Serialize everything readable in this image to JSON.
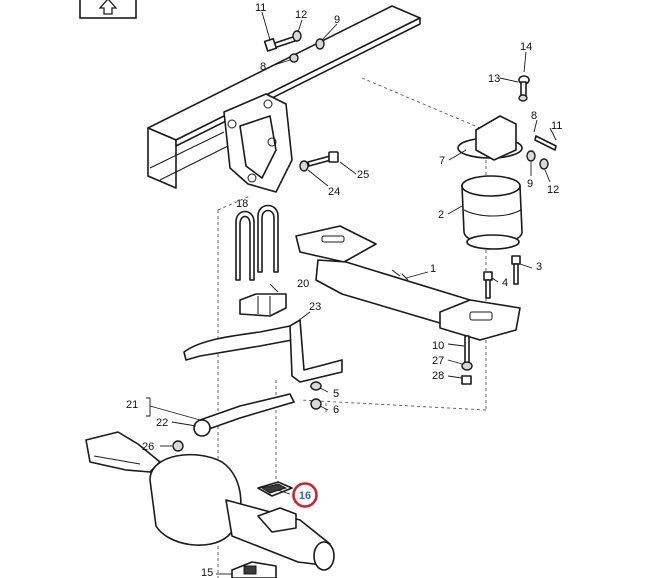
{
  "callouts": [
    {
      "id": "c11a",
      "text": "11"
    },
    {
      "id": "c12a",
      "text": "12"
    },
    {
      "id": "c9a",
      "text": "9"
    },
    {
      "id": "c8a",
      "text": "8"
    },
    {
      "id": "c14",
      "text": "14"
    },
    {
      "id": "c13",
      "text": "13"
    },
    {
      "id": "c8b",
      "text": "8"
    },
    {
      "id": "c11b",
      "text": "11"
    },
    {
      "id": "c7",
      "text": "7"
    },
    {
      "id": "c9b",
      "text": "9"
    },
    {
      "id": "c12b",
      "text": "12"
    },
    {
      "id": "c25",
      "text": "25"
    },
    {
      "id": "c24",
      "text": "24"
    },
    {
      "id": "c2",
      "text": "2"
    },
    {
      "id": "c18",
      "text": "18"
    },
    {
      "id": "c1",
      "text": "1"
    },
    {
      "id": "c3",
      "text": "3"
    },
    {
      "id": "c4",
      "text": "4"
    },
    {
      "id": "c20",
      "text": "20"
    },
    {
      "id": "c23",
      "text": "23"
    },
    {
      "id": "c10",
      "text": "10"
    },
    {
      "id": "c27",
      "text": "27"
    },
    {
      "id": "c28",
      "text": "28"
    },
    {
      "id": "c5",
      "text": "5"
    },
    {
      "id": "c6",
      "text": "6"
    },
    {
      "id": "c21",
      "text": "21"
    },
    {
      "id": "c22",
      "text": "22"
    },
    {
      "id": "c26",
      "text": "26"
    },
    {
      "id": "c15",
      "text": "15"
    }
  ],
  "highlighted_callout": {
    "text": "16",
    "ring_color": "#d0202a",
    "text_color": "#3b5fb3"
  },
  "nav_icon": "up-arrow-icon"
}
